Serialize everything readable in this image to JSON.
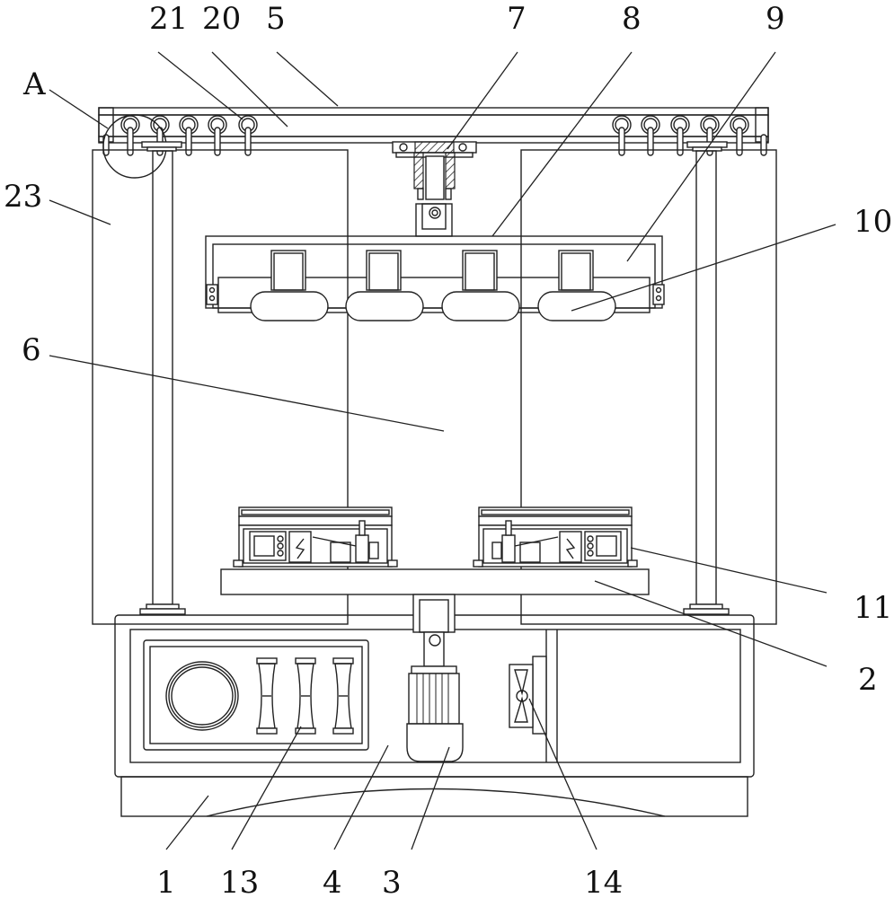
{
  "figure": {
    "kind": "patent line drawing (front view of apparatus)",
    "labels": [
      {
        "id": "A",
        "text": "A"
      },
      {
        "id": "21",
        "text": "21"
      },
      {
        "id": "20",
        "text": "20"
      },
      {
        "id": "5",
        "text": "5"
      },
      {
        "id": "7",
        "text": "7"
      },
      {
        "id": "8",
        "text": "8"
      },
      {
        "id": "9",
        "text": "9"
      },
      {
        "id": "10",
        "text": "10"
      },
      {
        "id": "23",
        "text": "23"
      },
      {
        "id": "6",
        "text": "6"
      },
      {
        "id": "11",
        "text": "11"
      },
      {
        "id": "2",
        "text": "2"
      },
      {
        "id": "1",
        "text": "1"
      },
      {
        "id": "13",
        "text": "13"
      },
      {
        "id": "4",
        "text": "4"
      },
      {
        "id": "3",
        "text": "3"
      },
      {
        "id": "14",
        "text": "14"
      }
    ],
    "line_color": "#222222",
    "background": "#ffffff"
  }
}
